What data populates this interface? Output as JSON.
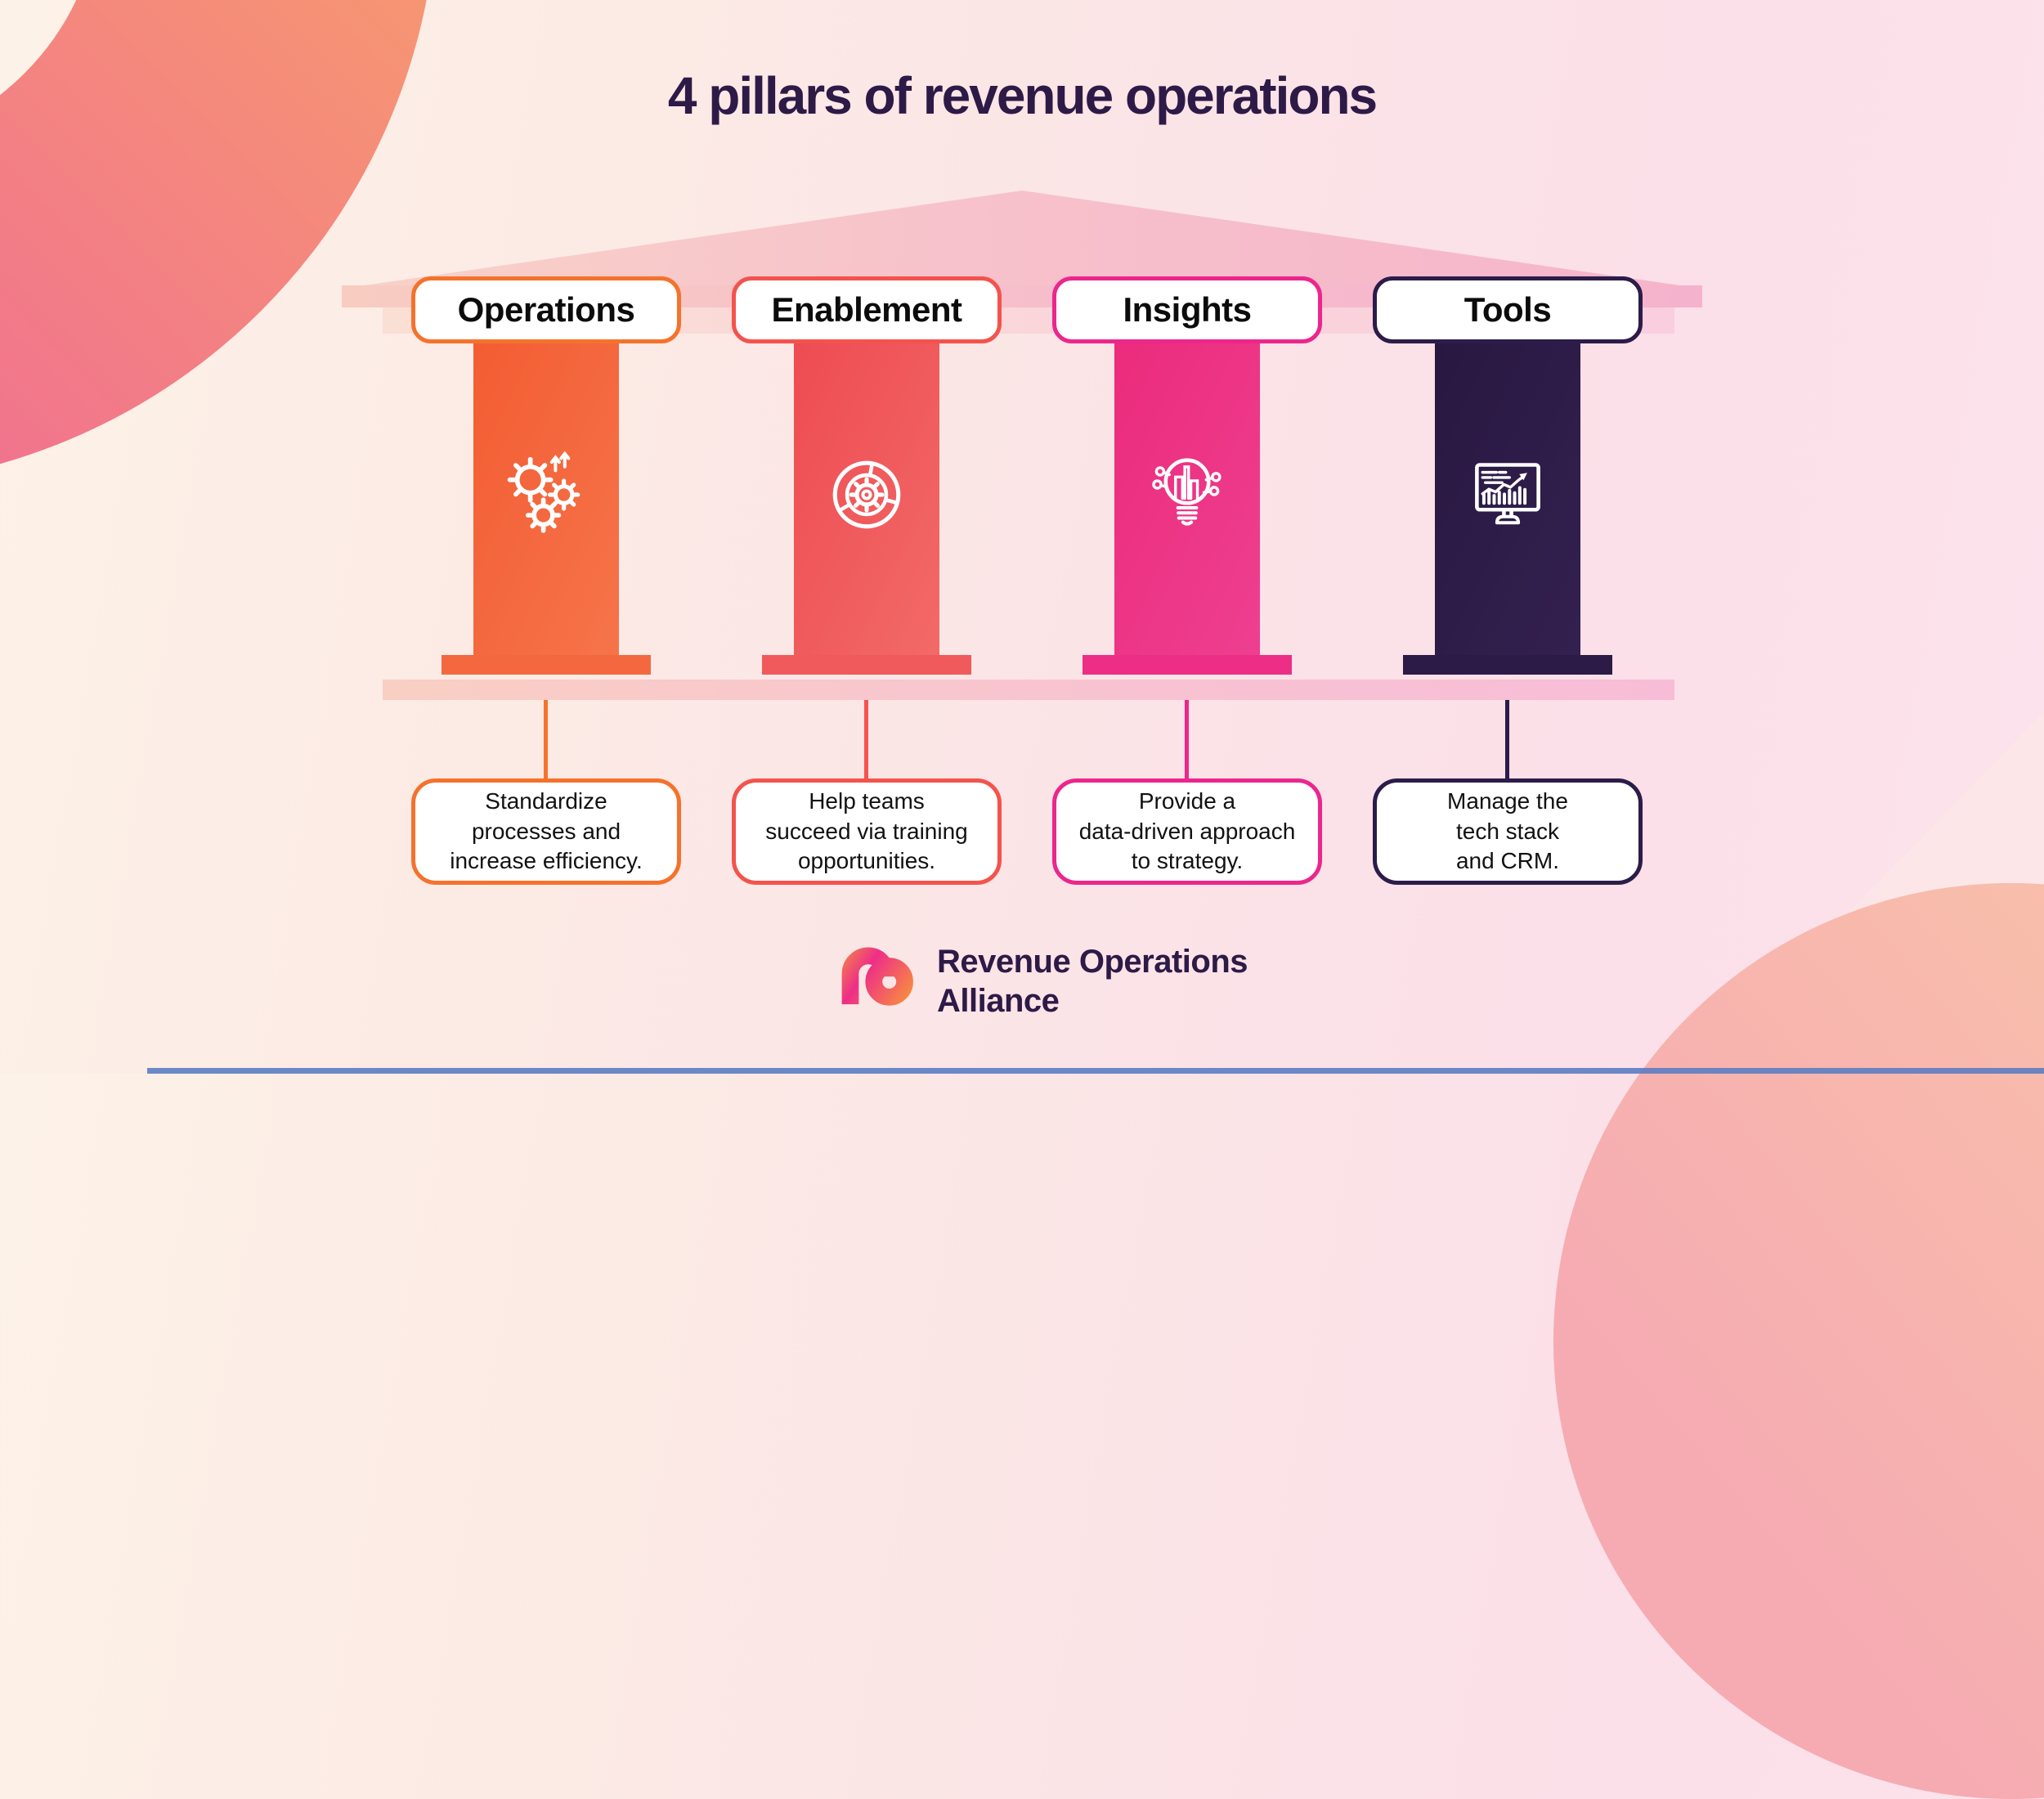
{
  "title": "4 pillars of revenue operations",
  "pillars": [
    {
      "label": "Operations",
      "accent": "#F5722C",
      "pillar_color": "#F4633A",
      "icon": "gears-growth-icon",
      "desc_lines": [
        "Standardize",
        "processes and",
        "increase efficiency."
      ]
    },
    {
      "label": "Enablement",
      "accent": "#F4534D",
      "pillar_color": "#EF5156",
      "icon": "gear-pie-icon",
      "desc_lines": [
        "Help teams",
        "succeed via training",
        "opportunities."
      ]
    },
    {
      "label": "Insights",
      "accent": "#EC268C",
      "pillar_color": "#ED2E81",
      "icon": "lightbulb-data-icon",
      "desc_lines": [
        "Provide a",
        "data-driven approach",
        "to strategy."
      ]
    },
    {
      "label": "Tools",
      "accent": "#2C1C49",
      "pillar_color": "#2B1A44",
      "icon": "monitor-analytics-icon",
      "desc_lines": [
        "Manage the",
        "tech stack",
        "and CRM."
      ]
    }
  ],
  "logo": {
    "mark": "ro-gradient-mark",
    "line1": "Revenue Operations",
    "line2": "Alliance"
  },
  "colors": {
    "title_text": "#2E1A47",
    "background_left": "#FDF2E8",
    "background_right": "#FCE3EC",
    "roof_pink": "#F6BACB",
    "ring_orange": "#F9A466",
    "ring_pink": "#EE639C",
    "bottom_line_blue": "#5B7DC2"
  }
}
